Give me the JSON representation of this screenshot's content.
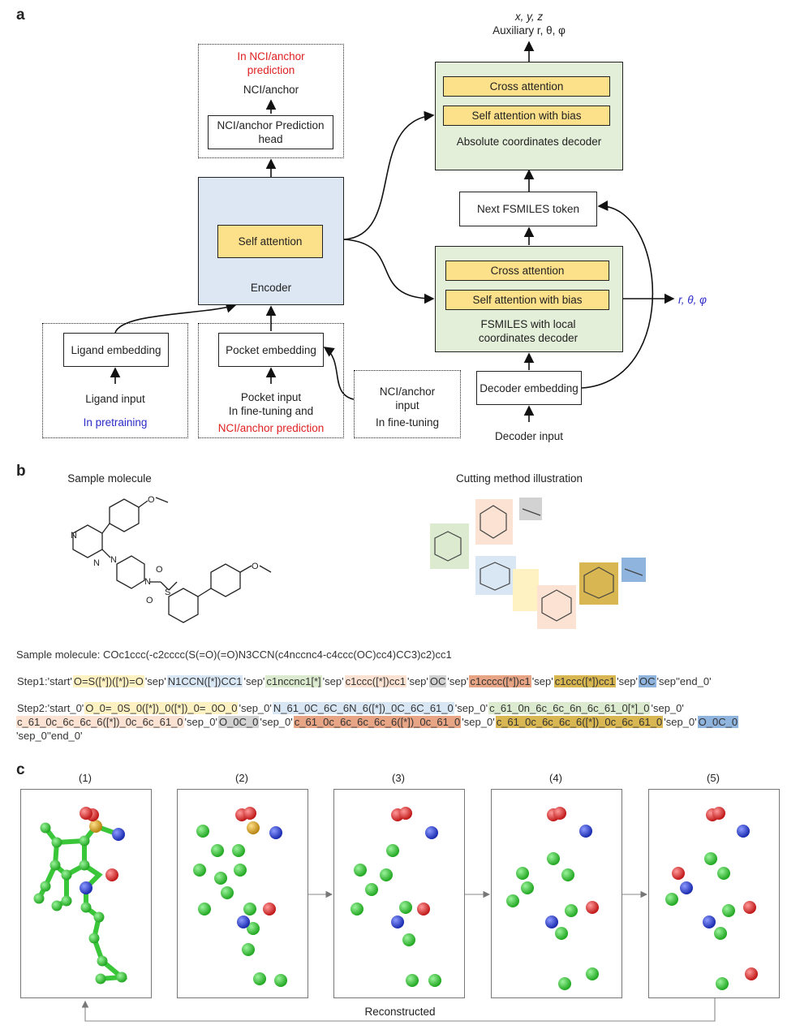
{
  "panels": {
    "a": "a",
    "b": "b",
    "c": "c"
  },
  "diagram": {
    "top_output_1": "x, y, z",
    "top_output_2": "Auxiliary r, θ, φ",
    "right_output": "r, θ, φ",
    "nci_box_title_red": "In NCI/anchor prediction",
    "nci_anchor_label": "NCI/anchor",
    "nci_head": "NCI/anchor Prediction head",
    "self_attention": "Self attention",
    "encoder": "Encoder",
    "ligand_embedding": "Ligand embedding",
    "ligand_input": "Ligand input",
    "in_pretraining": "In pretraining",
    "pocket_embedding": "Pocket embedding",
    "pocket_input": "Pocket input",
    "in_finetuning_and": "In fine-tuning and",
    "nci_anchor_prediction_red": "NCI/anchor prediction",
    "nci_anchor_input": "NCI/anchor input",
    "in_finetuning": "In fine-tuning",
    "cross_attention": "Cross attention",
    "self_attention_bias": "Self attention with bias",
    "abs_decoder": "Absolute coordinates decoder",
    "next_token": "Next FSMILES token",
    "fsmiles_decoder": "FSMILES with local coordinates decoder",
    "decoder_embedding": "Decoder embedding",
    "decoder_input": "Decoder input"
  },
  "molecule": {
    "sample_title": "Sample molecule",
    "cutting_title": "Cutting method illustration",
    "sample_smiles": "Sample molecule: COc1ccc(-c2cccc(S(=O)(=O)N3CCN(c4nccnc4-c4ccc(OC)cc4)CC3)c2)cc1",
    "step1": [
      {
        "t": "Step1:'start'",
        "c": ""
      },
      {
        "t": "O=S([*])([*])=O",
        "c": "#fff2c2"
      },
      {
        "t": "'sep'",
        "c": ""
      },
      {
        "t": "N1CCN([*])CC1",
        "c": "#d9e6f4"
      },
      {
        "t": "'sep'",
        "c": ""
      },
      {
        "t": "c1nccnc1[*]",
        "c": "#dcebcf"
      },
      {
        "t": "'sep'",
        "c": ""
      },
      {
        "t": "c1ccc([*])cc1",
        "c": "#fbe2d2"
      },
      {
        "t": "'sep'",
        "c": ""
      },
      {
        "t": "OC",
        "c": "#d2d2d2"
      },
      {
        "t": "'sep'",
        "c": ""
      },
      {
        "t": "c1cccc([*])c1",
        "c": "#e7a585"
      },
      {
        "t": "'sep'",
        "c": ""
      },
      {
        "t": "c1ccc([*])cc1",
        "c": "#d8b651"
      },
      {
        "t": "'sep'",
        "c": ""
      },
      {
        "t": "OC",
        "c": "#8fb4de"
      },
      {
        "t": "'sep''end_0'",
        "c": ""
      }
    ],
    "step2_line1": [
      {
        "t": "Step2:'start_0'",
        "c": ""
      },
      {
        "t": "O_0=_0S_0([*])_0([*])_0=_0O_0",
        "c": "#fff2c2"
      },
      {
        "t": "'sep_0'",
        "c": ""
      },
      {
        "t": "N_61_0C_6C_6N_6([*])_0C_6C_61_0",
        "c": "#d9e6f4"
      },
      {
        "t": "'sep_0'",
        "c": ""
      },
      {
        "t": "c_61_0n_6c_6c_6n_6c_61_0[*]_0",
        "c": "#dcebcf"
      },
      {
        "t": "'sep_0'",
        "c": ""
      }
    ],
    "step2_line2": [
      {
        "t": "c_61_0c_6c_6c_6([*])_0c_6c_61_0",
        "c": "#fbe2d2"
      },
      {
        "t": "'sep_0'",
        "c": ""
      },
      {
        "t": "O_0C_0",
        "c": "#d2d2d2"
      },
      {
        "t": "'sep_0'",
        "c": ""
      },
      {
        "t": "c_61_0c_6c_6c_6c_6([*])_0c_61_0",
        "c": "#e7a585"
      },
      {
        "t": "'sep_0'",
        "c": ""
      },
      {
        "t": "c_61_0c_6c_6c_6([*])_0c_6c_61_0",
        "c": "#d8b651"
      },
      {
        "t": "'sep_0'",
        "c": ""
      },
      {
        "t": "O_0C_0",
        "c": "#8fb4de"
      }
    ],
    "step2_line3": "'sep_0''end_0'"
  },
  "reconstruction": {
    "labels": [
      "(1)",
      "(2)",
      "(3)",
      "(4)",
      "(5)"
    ],
    "reconstructed_label": "Reconstructed",
    "atom_colors": {
      "C": "#3fcf3f",
      "O": "#e03535",
      "N": "#2b3fd6",
      "S": "#e0b030"
    }
  }
}
